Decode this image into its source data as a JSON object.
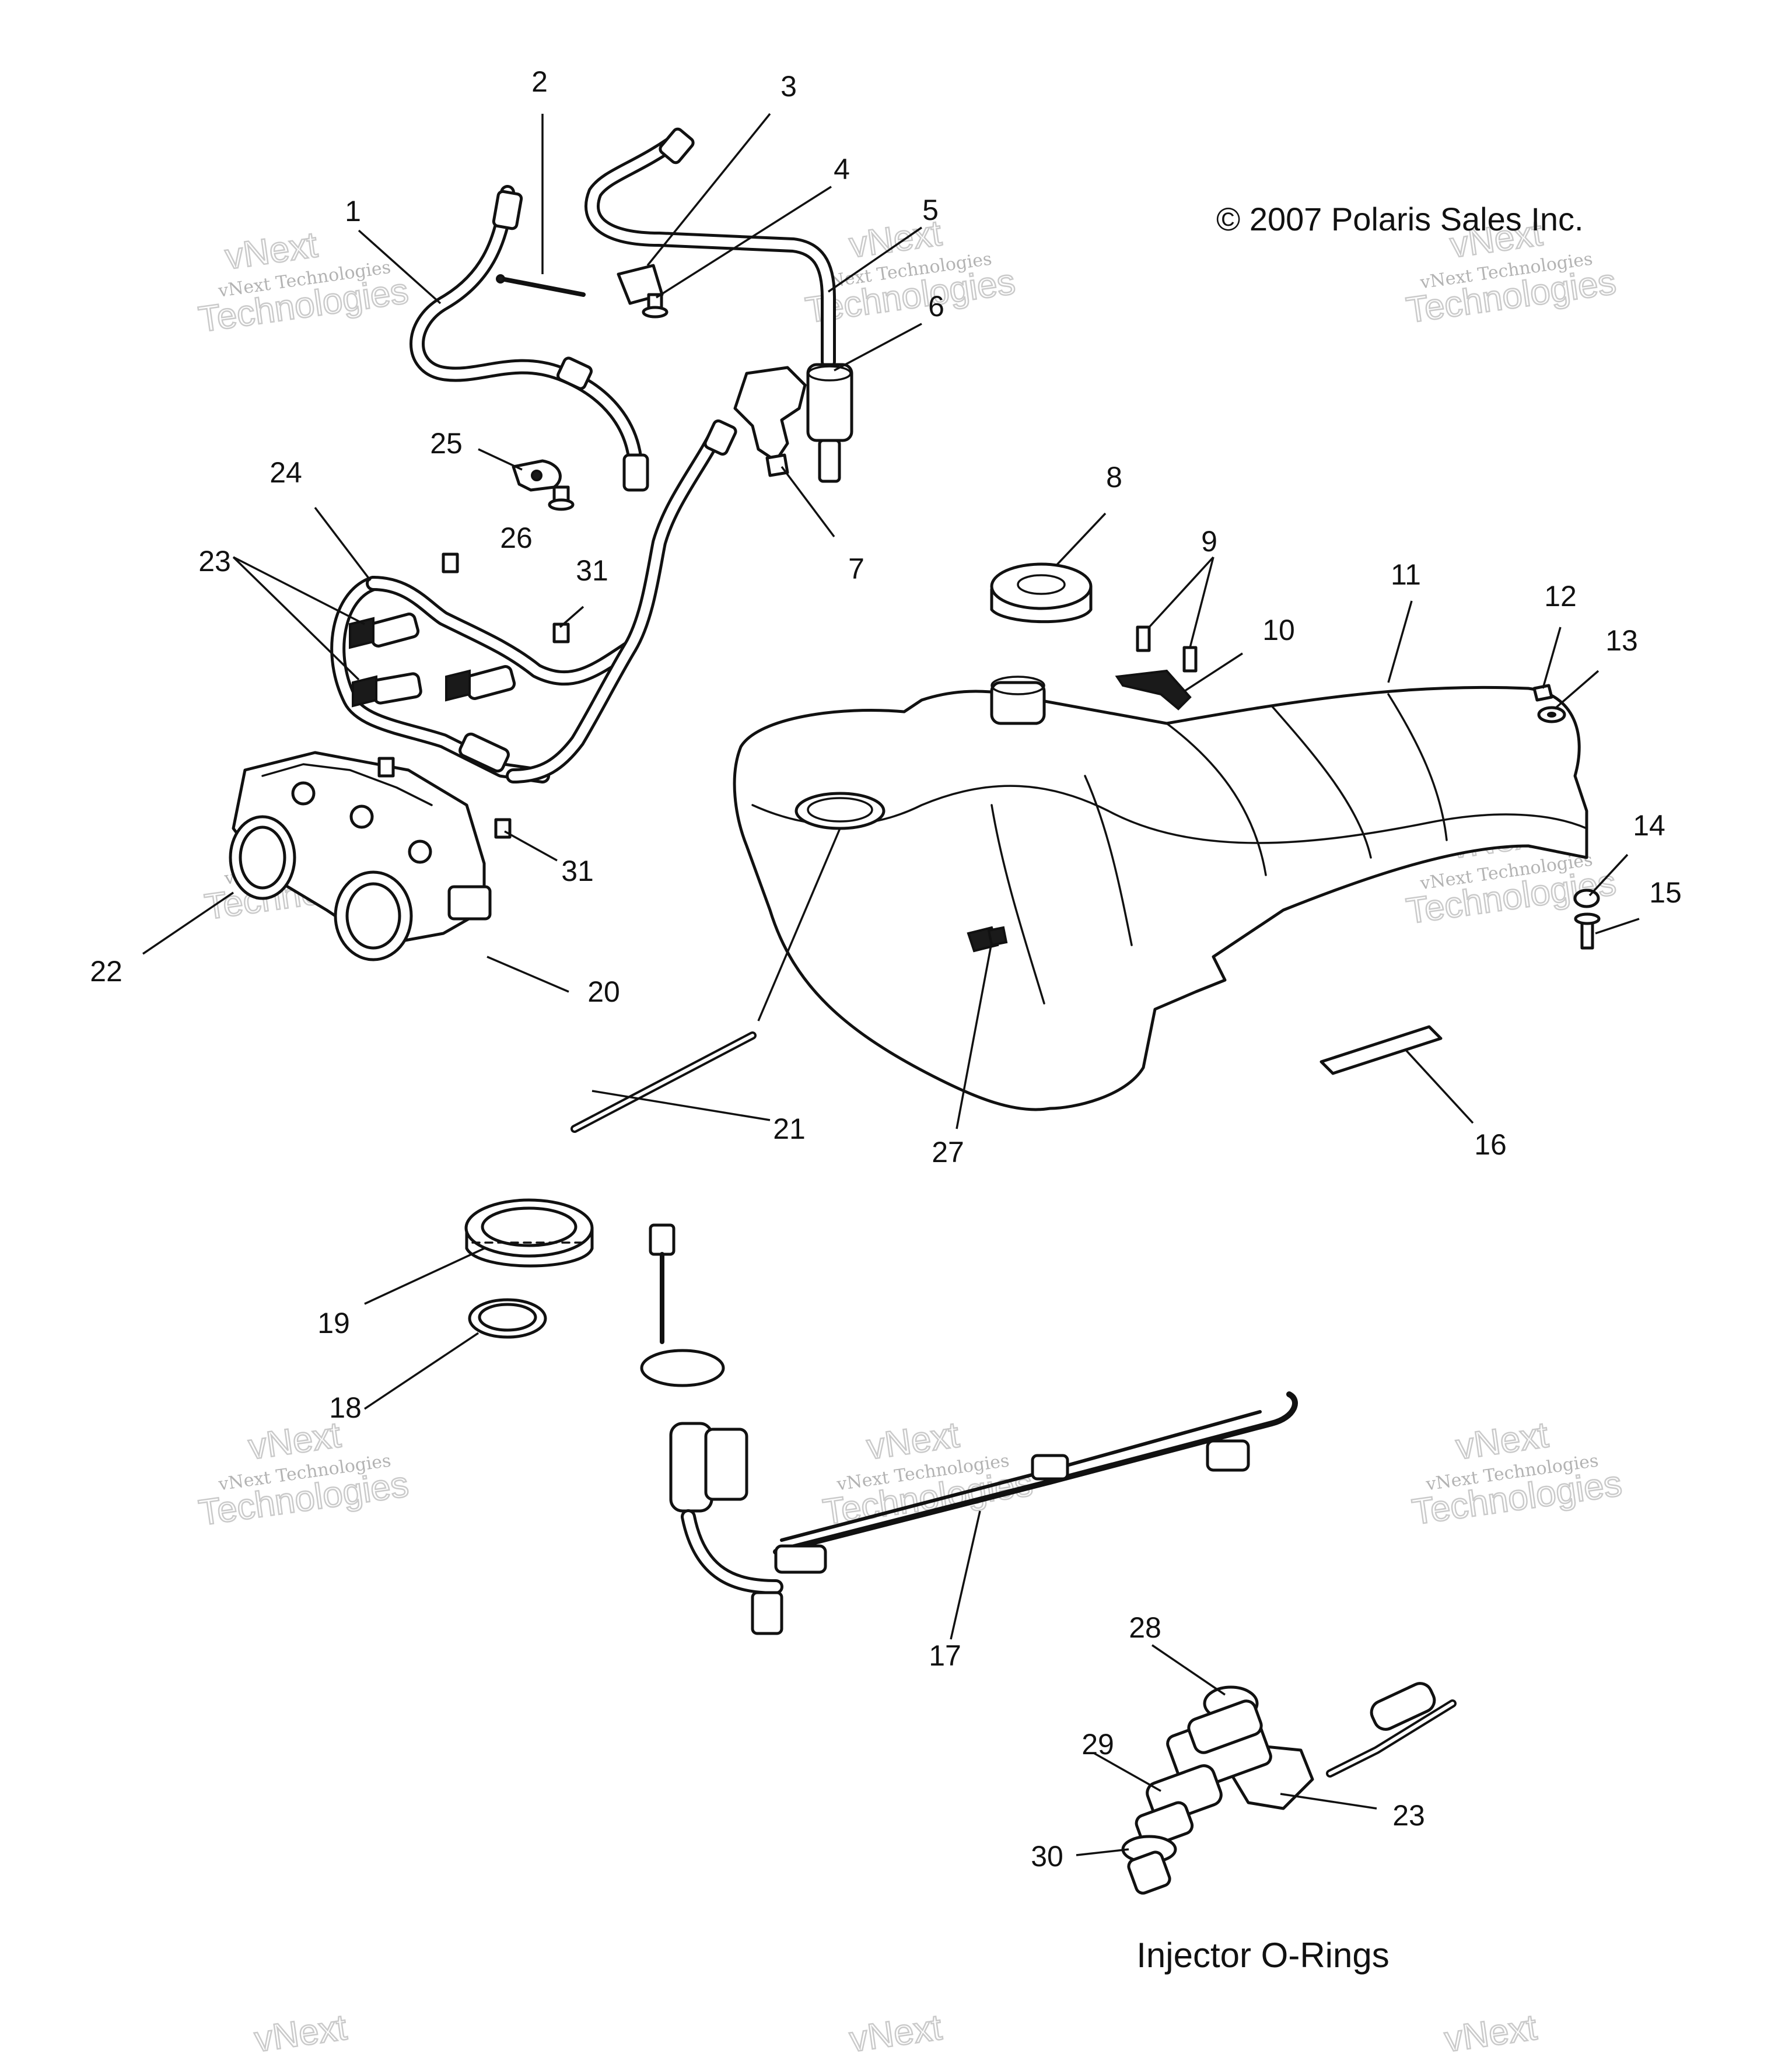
{
  "copyright": "© 2007 Polaris Sales Inc.",
  "caption": "Injector O-Rings",
  "watermark": {
    "brand": "vNext",
    "line_small": "vNext Technologies",
    "line_big": "Technologies"
  },
  "callouts": [
    "1",
    "2",
    "3",
    "4",
    "5",
    "6",
    "7",
    "8",
    "9",
    "10",
    "11",
    "12",
    "13",
    "14",
    "15",
    "16",
    "17",
    "18",
    "19",
    "20",
    "21",
    "22",
    "23",
    "24",
    "25",
    "26",
    "27",
    "28",
    "29",
    "30",
    "31",
    "23",
    "31"
  ],
  "colors": {
    "line": "#111111",
    "background": "#ffffff",
    "watermark": "#9a9a9a"
  }
}
